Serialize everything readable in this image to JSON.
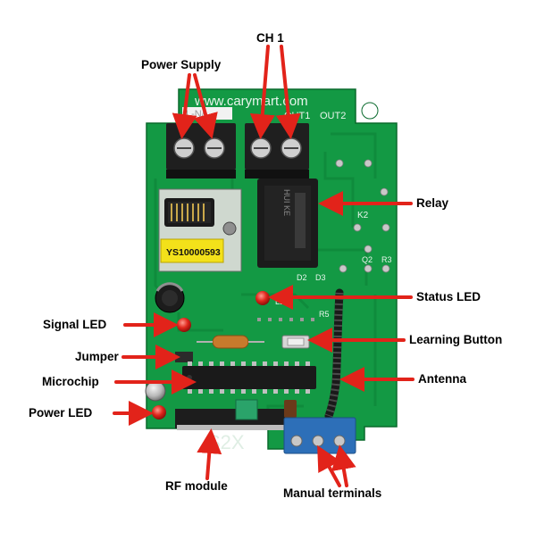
{
  "board": {
    "website": "www.carymart.com",
    "terminal_left": "L-N/-",
    "out1": "OUT1",
    "out2": "OUT2",
    "sticker": "YS10000593",
    "relay_marking": "HUI KE",
    "relay_ref": "K2",
    "model": "S2X",
    "silk_led": "LED",
    "silk_d2": "D2",
    "silk_d3": "D3",
    "silk_r5": "R5",
    "silk_q2": "Q2",
    "silk_r3": "R3"
  },
  "labels": {
    "power_supply": "Power Supply",
    "ch1": "CH 1",
    "relay": "Relay",
    "status_led": "Status LED",
    "learning_button": "Learning Button",
    "antenna": "Antenna",
    "signal_led": "Signal LED",
    "jumper": "Jumper",
    "microchip": "Microchip",
    "power_led": "Power LED",
    "rf_module": "RF module",
    "manual_terminals": "Manual terminals"
  },
  "colors": {
    "pcb": "#139944",
    "pcb_dark": "#0c7a35",
    "arrow": "#e2231a",
    "terminal": "#1f1f1f",
    "blue_terminal": "#2d6fb8",
    "relay_body": "#1b1b1b",
    "sticker": "#f3e11a",
    "led_red": "#e0261c"
  }
}
